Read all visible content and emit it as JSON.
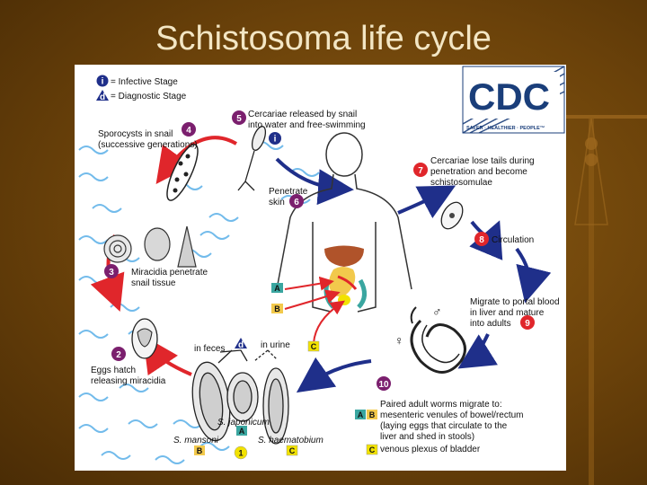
{
  "slide_title": "Schistosoma life cycle",
  "legend": {
    "infective_letter": "i",
    "infective_label": "= Infective Stage",
    "diagnostic_letter": "d",
    "diagnostic_label": "= Diagnostic Stage"
  },
  "cdc_logo": {
    "text": "CDC",
    "tagline": "SAFER · HEALTHIER · PEOPLE™"
  },
  "steps": {
    "s1": "1",
    "s2": "2",
    "s3": "3",
    "s4": "4",
    "s5": "5",
    "s6": "6",
    "s7": "7",
    "s8": "8",
    "s9": "9",
    "s10": "10"
  },
  "labels": {
    "cercariae_1": "Cercariae released by snail",
    "cercariae_2": "into water and free-swimming",
    "sporocysts_1": "Sporocysts in snail",
    "sporocysts_2": "(successive generations)",
    "penetrate_1": "Penetrate",
    "penetrate_2": "skin",
    "lose_tails_1": "Cercariae lose tails during",
    "lose_tails_2": "penetration and become",
    "lose_tails_3": "schistosomulae",
    "circulation": "Circulation",
    "miracidia_1": "Miracidia penetrate",
    "miracidia_2": "snail tissue",
    "migrate_1": "Migrate to portal blood",
    "migrate_2": "in liver and mature",
    "migrate_3": "into adults",
    "eggs_1": "Eggs hatch",
    "eggs_2": "releasing miracidia",
    "in_feces": "in feces",
    "in_urine": "in urine",
    "s_japonicum": "S. japonicum",
    "s_mansoni": "S. mansoni",
    "s_haematobium": "S. haematobium",
    "paired_1": "Paired adult worms migrate to:",
    "paired_2": "mesenteric venules of bowel/rectum",
    "paired_3": "(laying eggs that circulate to the",
    "paired_4": "liver and shed in stools)",
    "paired_5": "venous plexus of bladder",
    "male_symbol": "♂",
    "female_symbol": "♀"
  },
  "letters": {
    "A": "A",
    "B": "B",
    "C": "C"
  },
  "colors": {
    "step_number": "#7b1f6e",
    "diagnostic_badge": "#1f2f8a",
    "arrow_red": "#e0262b",
    "arrow_blue": "#1f2f8a",
    "letter_A": "#3aa6a0",
    "letter_B": "#f2c94c",
    "letter_C": "#f2e200",
    "water": "#5ab0e8"
  }
}
